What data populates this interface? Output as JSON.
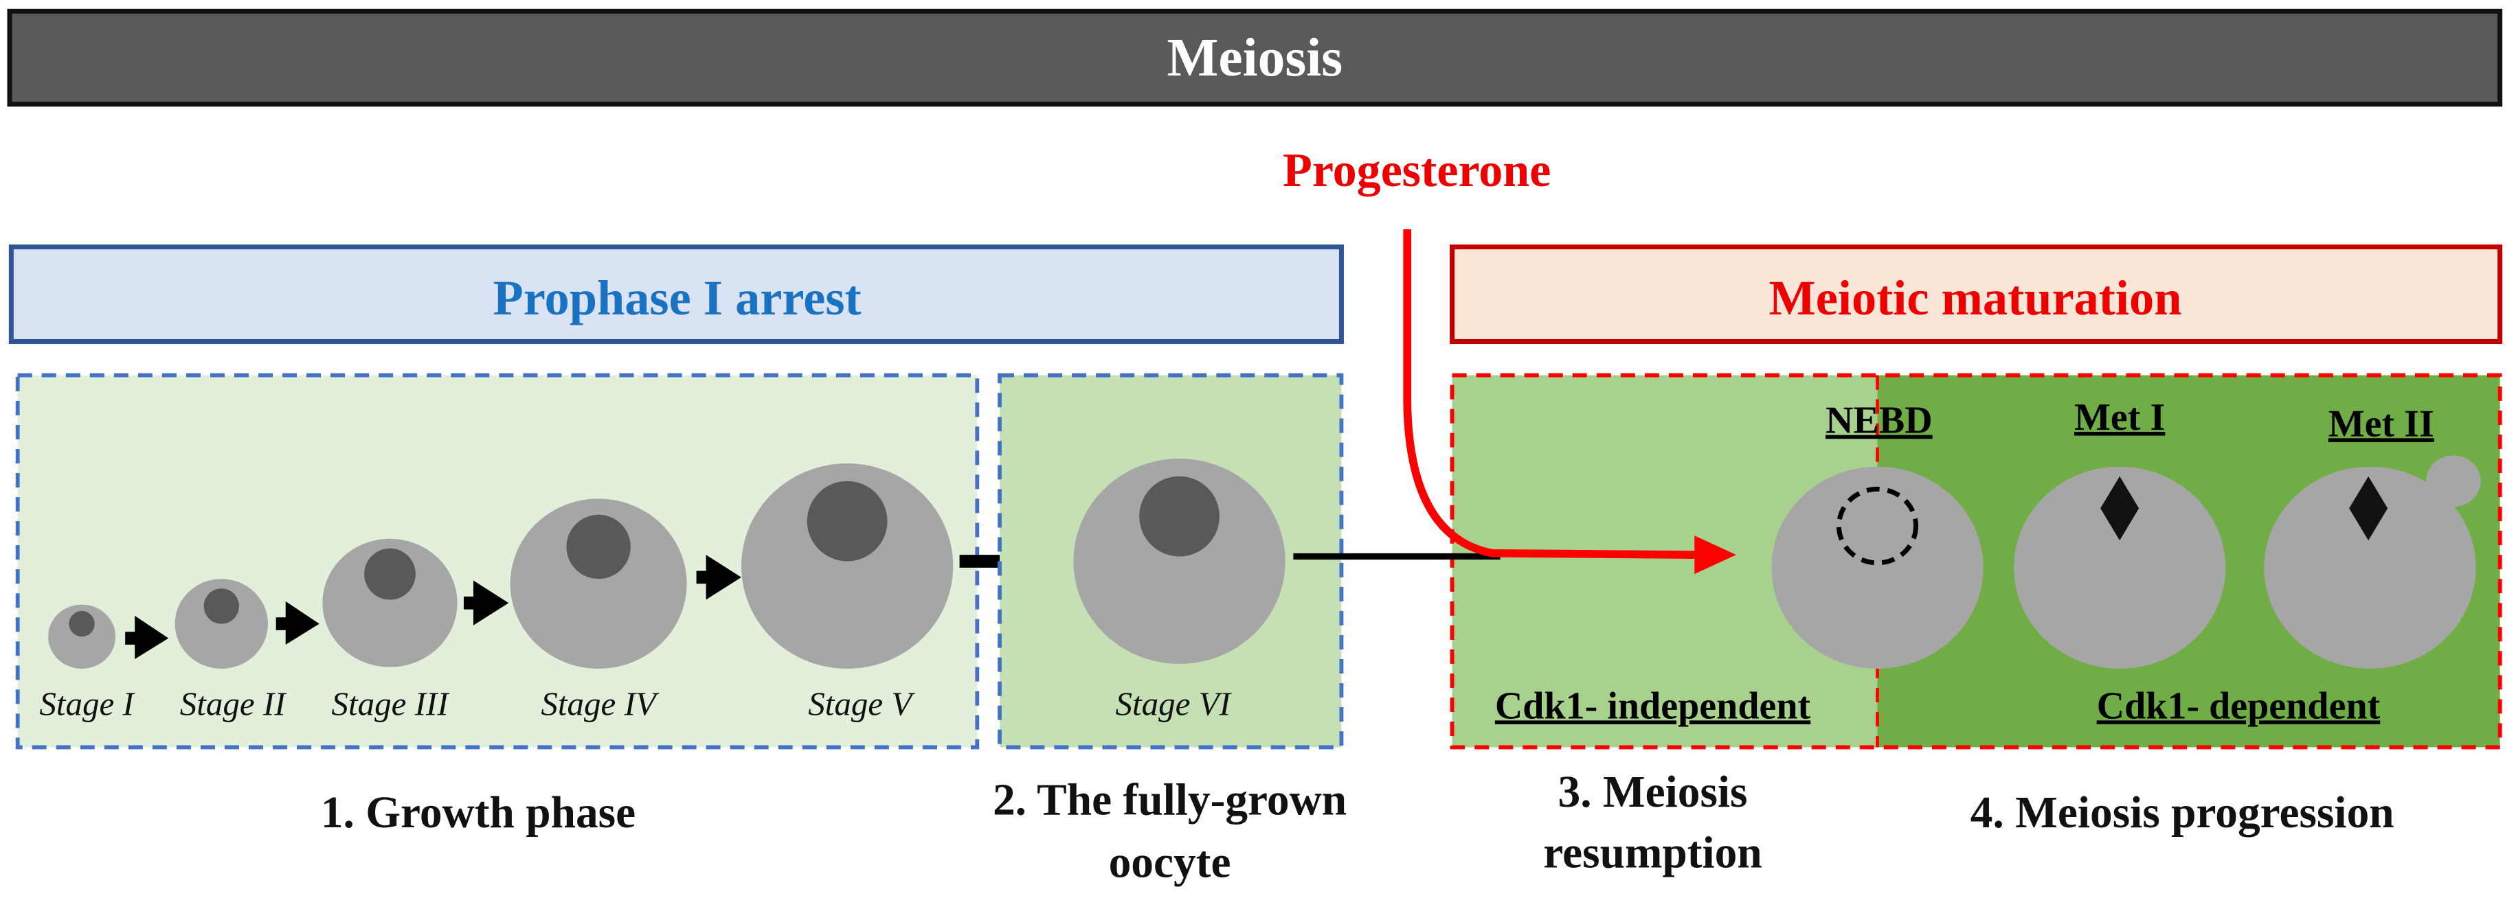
{
  "title": "Meiosis",
  "stimulus": "Progesterone",
  "phases": {
    "arrest": {
      "label": "Prophase I arrest",
      "color": "#1a73c2",
      "fill": "#dae3f3",
      "border": "#2f5597"
    },
    "maturation": {
      "label": "Meiotic maturation",
      "color": "#ee0000",
      "fill": "#fbe5d6",
      "border": "#c00000"
    }
  },
  "stages": [
    {
      "label": "Stage I"
    },
    {
      "label": "Stage II"
    },
    {
      "label": "Stage III"
    },
    {
      "label": "Stage IV"
    },
    {
      "label": "Stage V"
    },
    {
      "label": "Stage VI"
    }
  ],
  "maturation_events": [
    {
      "label": "NEBD"
    },
    {
      "label": "Met I"
    },
    {
      "label": "Met II"
    }
  ],
  "cdk1": {
    "independent": "Cdk1- independent",
    "dependent": "Cdk1- dependent"
  },
  "steps": [
    {
      "lines": [
        "1. Growth phase"
      ]
    },
    {
      "lines": [
        "2. The fully-grown",
        "oocyte"
      ]
    },
    {
      "lines": [
        "3. Meiosis",
        "resumption"
      ]
    },
    {
      "lines": [
        "4. Meiosis progression"
      ]
    }
  ],
  "colors": {
    "title_bar": "#595959",
    "growth_fill": "#e2efda",
    "stage6_fill": "#c5e0b4",
    "resumption_fill": "#a9d18e",
    "progression_fill": "#70ad47",
    "dash_blue": "#4472c4",
    "dash_red": "#ff0000",
    "oocyte": "#a6a6a6",
    "nucleus": "#595959",
    "arrow_red": "#ff0000"
  }
}
